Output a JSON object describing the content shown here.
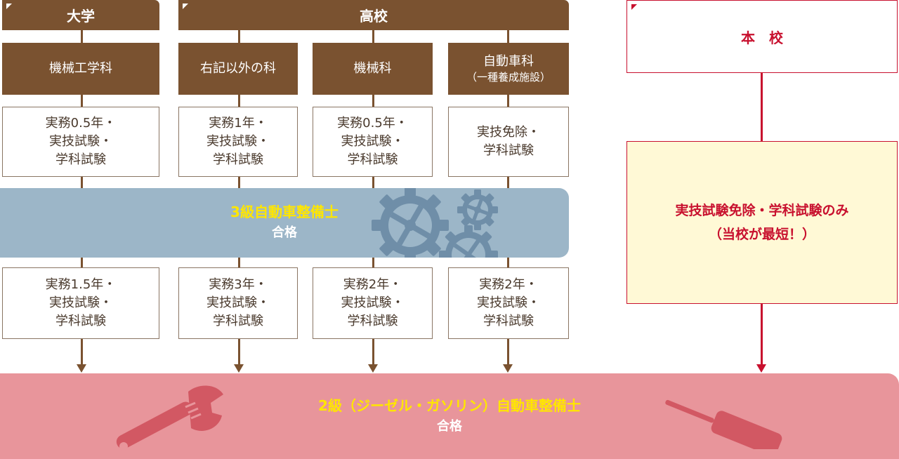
{
  "headers": {
    "university": "大学",
    "high_school": "高校",
    "main_school": "本　校"
  },
  "departments": [
    {
      "name": "機械工学科",
      "sub": ""
    },
    {
      "name": "右記以外の科",
      "sub": ""
    },
    {
      "name": "機械科",
      "sub": ""
    },
    {
      "name": "自動車科",
      "sub": "（一種養成施設）"
    }
  ],
  "stage1": [
    [
      "実務0.5年・",
      "実技試験・",
      "学科試験"
    ],
    [
      "実務1年・",
      "実技試験・",
      "学科試験"
    ],
    [
      "実務0.5年・",
      "実技試験・",
      "学科試験"
    ],
    [
      "実技免除・",
      "学科試験"
    ]
  ],
  "level3": {
    "title": "3級自動車整備士",
    "result": "合格"
  },
  "stage2": [
    [
      "実務1.5年・",
      "実技試験・",
      "学科試験"
    ],
    [
      "実務3年・",
      "実技試験・",
      "学科試験"
    ],
    [
      "実務2年・",
      "実技試験・",
      "学科試験"
    ],
    [
      "実務2年・",
      "実技試験・",
      "学科試験"
    ]
  ],
  "main_school_route": [
    "実技試験免除・学科試験のみ",
    "（当校が最短！）"
  ],
  "level2": {
    "title": "2級（ジーゼル・ガソリン）自動車整備士",
    "result": "合格"
  },
  "colors": {
    "brown": "#7a5230",
    "blue_band": "#9cb6c8",
    "pink_band": "#e8959b",
    "red": "#c8102e",
    "yellow": "#ffe600",
    "cream": "#fff9d6"
  },
  "icons": [
    "gear-icon",
    "wrench-icon",
    "screwdriver-icon"
  ]
}
